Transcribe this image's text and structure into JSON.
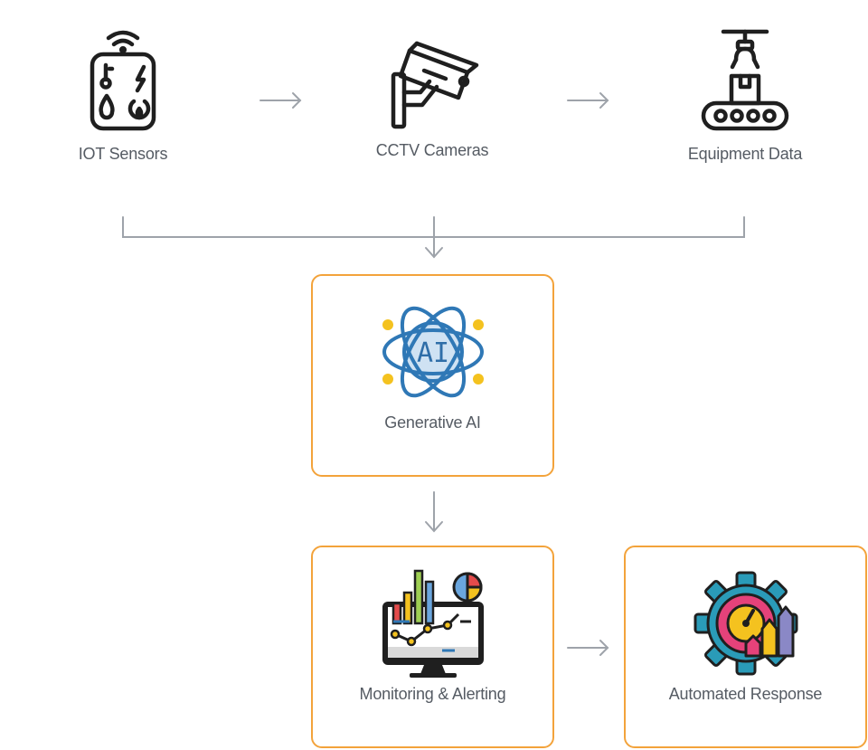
{
  "sources": [
    {
      "label": "IOT Sensors",
      "icon": "iot-sensor-icon"
    },
    {
      "label": "CCTV Cameras",
      "icon": "cctv-camera-icon"
    },
    {
      "label": "Equipment Data",
      "icon": "conveyor-equipment-icon"
    }
  ],
  "core": {
    "label": "Generative AI",
    "icon": "ai-atom-icon",
    "icon_text": "AI"
  },
  "outputs": [
    {
      "label": "Monitoring & Alerting",
      "icon": "monitoring-dashboard-icon"
    },
    {
      "label": "Automated Response",
      "icon": "gear-speedometer-icon"
    }
  ],
  "colors": {
    "box_border": "#f3a33b",
    "connector": "#9ea3aa",
    "text": "#555b63",
    "icon_stroke": "#1f1f1f",
    "ai_blue": "#2f78b6",
    "ai_fill": "#cfe2f3",
    "accent_yellow": "#f4c21f"
  }
}
